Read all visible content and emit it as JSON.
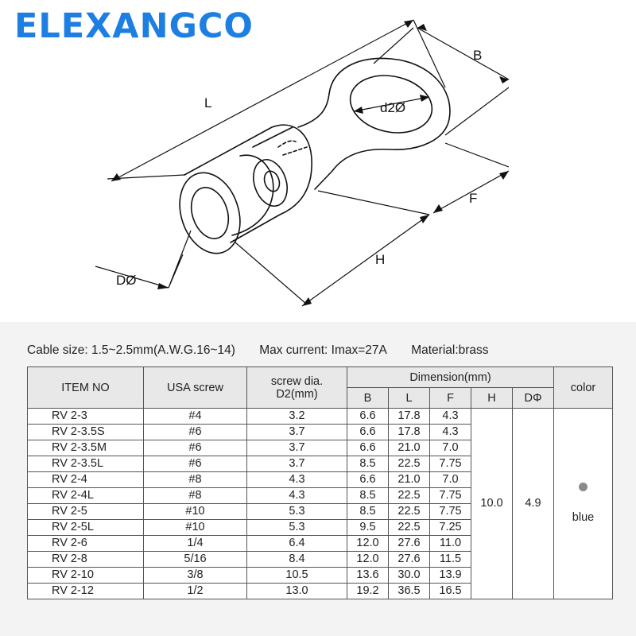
{
  "brand": "ELEXANGCO",
  "diagram": {
    "labels": {
      "L": "L",
      "B": "B",
      "d2": "d2Ø",
      "F": "F",
      "H": "H",
      "D": "DØ"
    }
  },
  "specs": {
    "cable_size": "Cable size: 1.5~2.5mm(A.W.G.16~14)",
    "max_current": "Max current: Imax=27A",
    "material": "Material:brass"
  },
  "table": {
    "headers": {
      "item": "ITEM NO",
      "usa": "USA screw",
      "screw": "screw dia.\nD2(mm)",
      "dimension": "Dimension(mm)",
      "b": "B",
      "l": "L",
      "f": "F",
      "h": "H",
      "d": "DΦ",
      "color": "color"
    },
    "rows": [
      {
        "item": "RV  2-3",
        "usa": "#4",
        "d2": "3.2",
        "b": "6.6",
        "l": "17.8",
        "f": "4.3"
      },
      {
        "item": "RV  2-3.5S",
        "usa": "#6",
        "d2": "3.7",
        "b": "6.6",
        "l": "17.8",
        "f": "4.3"
      },
      {
        "item": "RV  2-3.5M",
        "usa": "#6",
        "d2": "3.7",
        "b": "6.6",
        "l": "21.0",
        "f": "7.0"
      },
      {
        "item": "RV  2-3.5L",
        "usa": "#6",
        "d2": "3.7",
        "b": "8.5",
        "l": "22.5",
        "f": "7.75"
      },
      {
        "item": "RV  2-4",
        "usa": "#8",
        "d2": "4.3",
        "b": "6.6",
        "l": "21.0",
        "f": "7.0"
      },
      {
        "item": "RV  2-4L",
        "usa": "#8",
        "d2": "4.3",
        "b": "8.5",
        "l": "22.5",
        "f": "7.75"
      },
      {
        "item": "RV  2-5",
        "usa": "#10",
        "d2": "5.3",
        "b": "8.5",
        "l": "22.5",
        "f": "7.75"
      },
      {
        "item": "RV  2-5L",
        "usa": "#10",
        "d2": "5.3",
        "b": "9.5",
        "l": "22.5",
        "f": "7.25"
      },
      {
        "item": "RV  2-6",
        "usa": "1/4",
        "d2": "6.4",
        "b": "12.0",
        "l": "27.6",
        "f": "11.0"
      },
      {
        "item": "RV  2-8",
        "usa": "5/16",
        "d2": "8.4",
        "b": "12.0",
        "l": "27.6",
        "f": "11.5"
      },
      {
        "item": "RV  2-10",
        "usa": "3/8",
        "d2": "10.5",
        "b": "13.6",
        "l": "30.0",
        "f": "13.9"
      },
      {
        "item": "RV  2-12",
        "usa": "1/2",
        "d2": "13.0",
        "b": "19.2",
        "l": "36.5",
        "f": "16.5"
      }
    ],
    "h_value": "10.0",
    "d_value": "4.9",
    "color_name": "blue",
    "color_dot": "#8b8b8b"
  }
}
